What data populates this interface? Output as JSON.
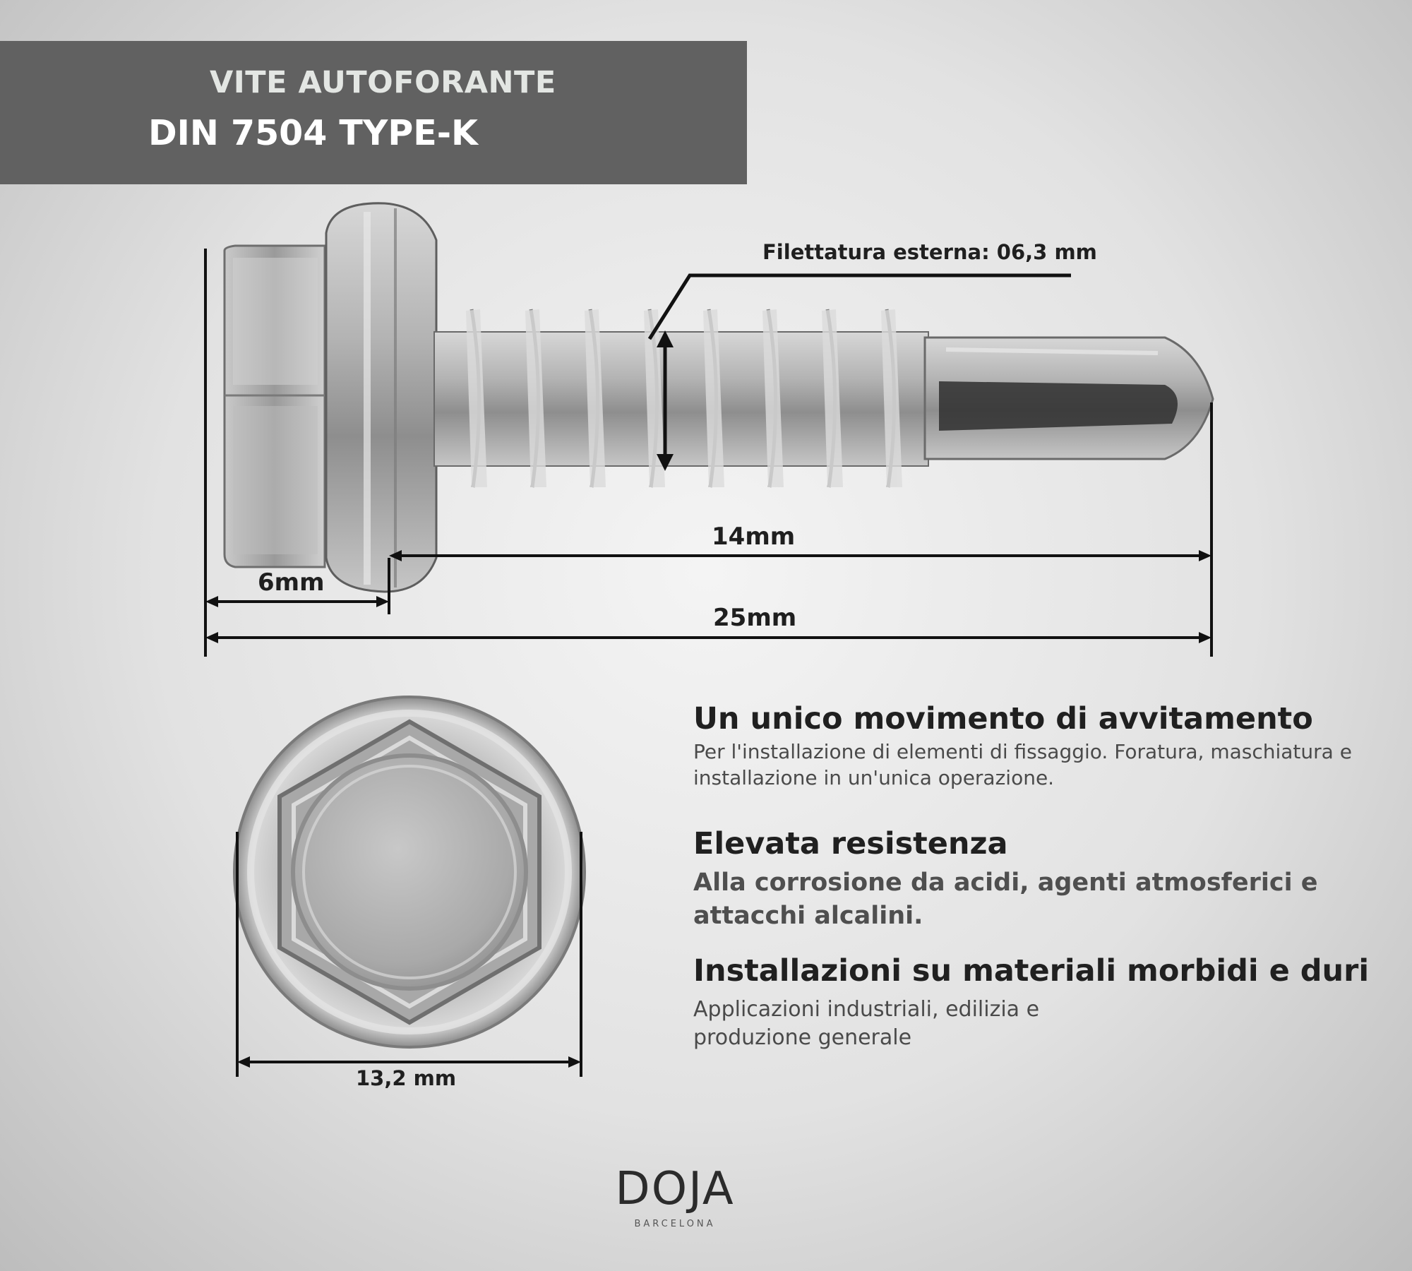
{
  "banner": {
    "subtitle": "VITE AUTOFORANTE",
    "title": "DIN 7504 TYPE-K",
    "background": "#616161"
  },
  "dimensions": {
    "thread": "Filettatura esterna: 06,3 mm",
    "shank": "14mm",
    "head": "6mm",
    "total": "25mm",
    "head_diameter": "13,2 mm"
  },
  "features": [
    {
      "title": "Un unico movimento di avvitamento",
      "description": "Per l'installazione di elementi di fissaggio. Foratura, maschiatura e installazione in un'unica operazione."
    },
    {
      "title": "Elevata resistenza",
      "description": "Alla corrosione da acidi, agenti atmosferici e attacchi alcalini."
    },
    {
      "title": "Installazioni su materiali morbidi e duri",
      "description": "Applicazioni industriali, edilizia e produzione generale"
    }
  ],
  "logo": {
    "brand": "DOJA",
    "subtitle": "BARCELONA"
  }
}
